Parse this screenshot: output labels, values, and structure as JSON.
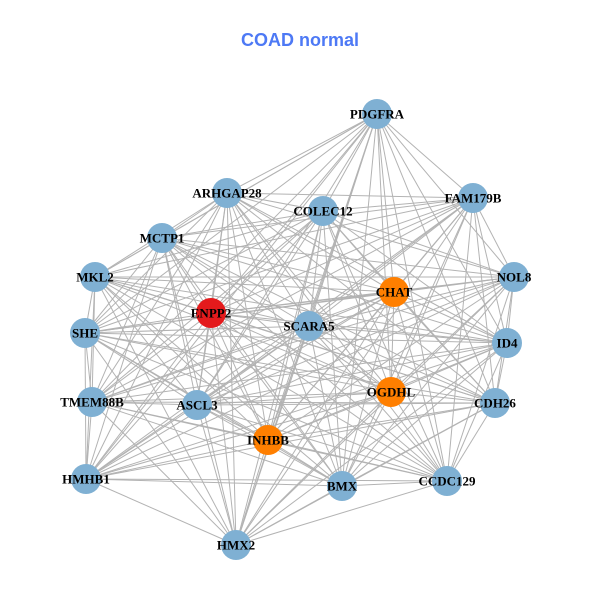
{
  "title": "COAD normal",
  "colors": {
    "default": "#7fb0d3",
    "orange": "#ff7f00",
    "red": "#e41a1c",
    "edge": "#b3b3b3"
  },
  "nodes": [
    {
      "id": "PDGFRA",
      "group": "default"
    },
    {
      "id": "FAM179B",
      "group": "default"
    },
    {
      "id": "ARHGAP28",
      "group": "default"
    },
    {
      "id": "COLEC12",
      "group": "default"
    },
    {
      "id": "MCTP1",
      "group": "default"
    },
    {
      "id": "NOL8",
      "group": "default"
    },
    {
      "id": "MKL2",
      "group": "default"
    },
    {
      "id": "CHAT",
      "group": "orange"
    },
    {
      "id": "ENPP2",
      "group": "red"
    },
    {
      "id": "SCARA5",
      "group": "default"
    },
    {
      "id": "SHE",
      "group": "default"
    },
    {
      "id": "ID4",
      "group": "default"
    },
    {
      "id": "OGDHL",
      "group": "orange"
    },
    {
      "id": "TMEM88B",
      "group": "default"
    },
    {
      "id": "CDH26",
      "group": "default"
    },
    {
      "id": "ASCL3",
      "group": "default"
    },
    {
      "id": "INHBB",
      "group": "orange"
    },
    {
      "id": "HMHB1",
      "group": "default"
    },
    {
      "id": "BMX",
      "group": "default"
    },
    {
      "id": "CCDC129",
      "group": "default"
    },
    {
      "id": "HMX2",
      "group": "default"
    }
  ],
  "edges_all_pairs": true
}
